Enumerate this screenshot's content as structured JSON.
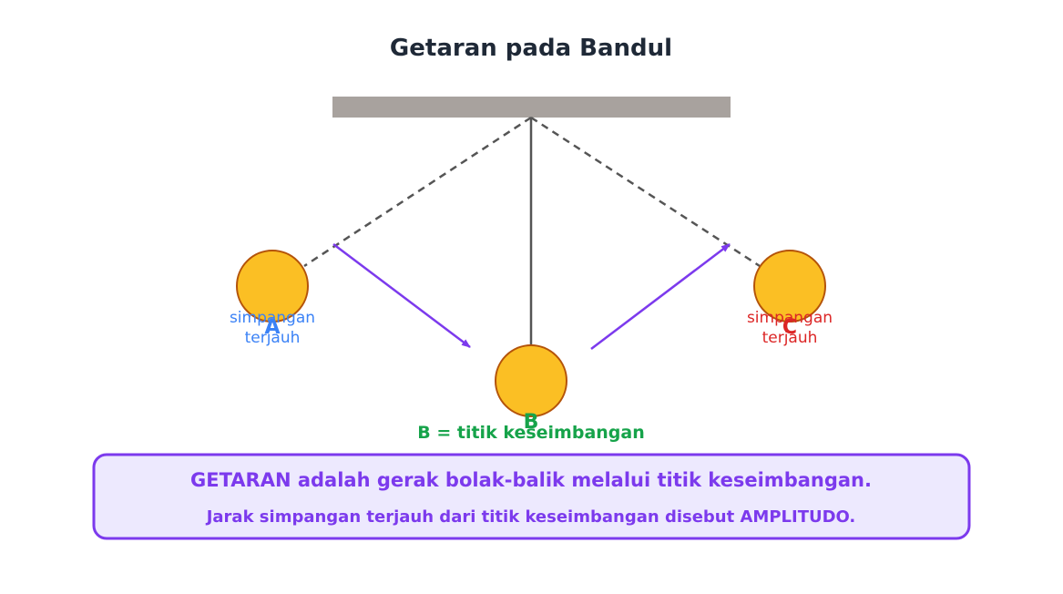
{
  "title": "Getaran pada Bandul",
  "positions": {
    "a": {
      "letter": "A",
      "label_line1": "simpangan",
      "label_line2": "terjauh"
    },
    "b": {
      "letter": "B",
      "caption": "B = titik keseimbangan"
    },
    "c": {
      "letter": "C",
      "label_line1": "simpangan",
      "label_line2": "terjauh"
    }
  },
  "info": {
    "line1": "GETARAN adalah gerak bolak-balik melalui titik keseimbangan.",
    "line2": "Jarak simpangan terjauh dari titik keseimbangan disebut AMPLITUDO."
  },
  "colors": {
    "title": "#1f2937",
    "ceiling": "#a8a29e",
    "string": "#555555",
    "bob_fill": "#fbbf24",
    "bob_stroke": "#b45309",
    "arrow": "#7c3aed",
    "label_a": "#3b82f6",
    "label_b": "#16a34a",
    "label_c": "#dc2626",
    "box_fill": "#ede9fe",
    "box_stroke": "#7c3aed",
    "box_text": "#7c3aed"
  }
}
